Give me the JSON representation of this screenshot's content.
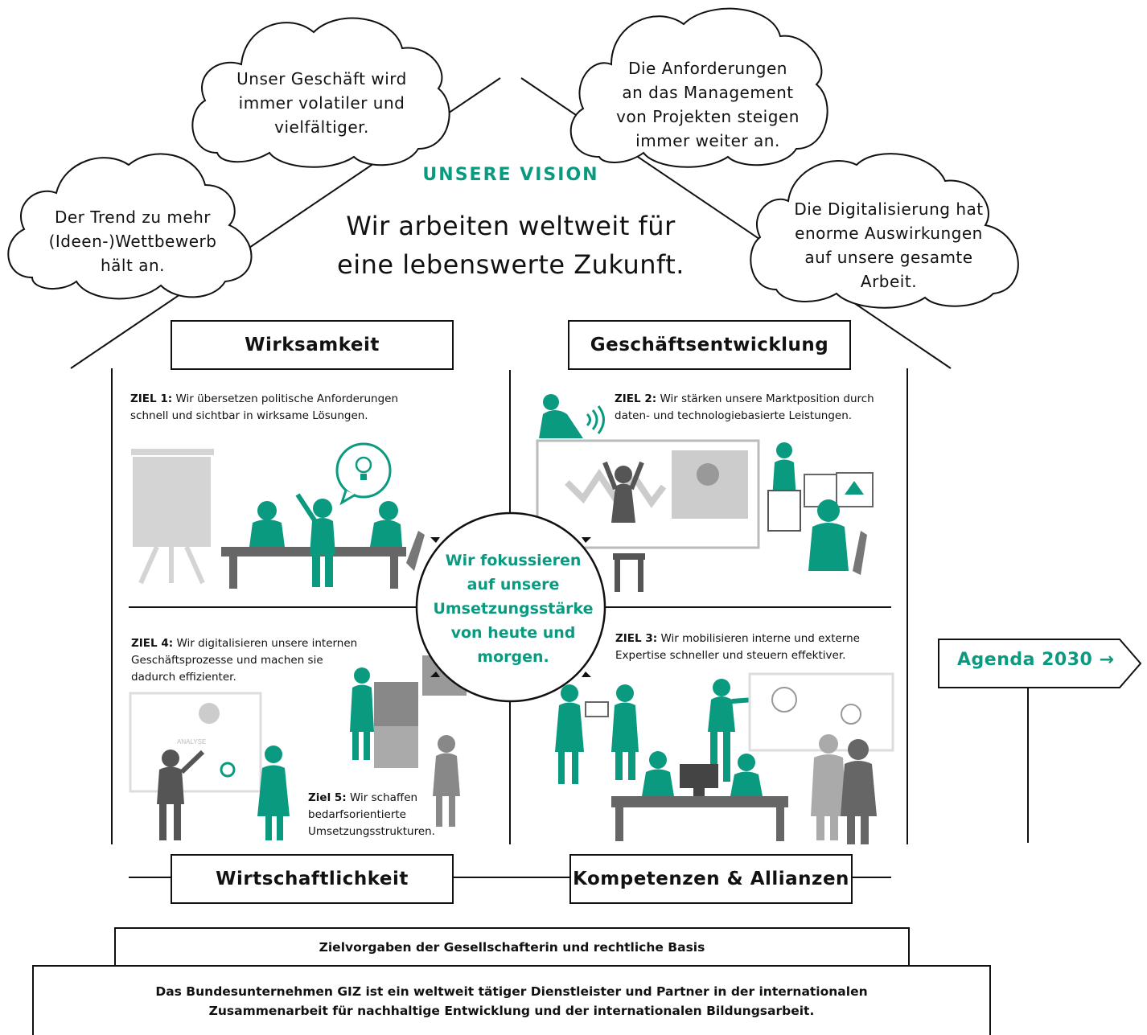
{
  "clouds": [
    {
      "lines": [
        "Der Trend zu mehr",
        "(Ideen-)Wettbewerb",
        "hält an."
      ]
    },
    {
      "lines": [
        "Unser Geschäft wird",
        "immer volatiler und",
        "vielfältiger."
      ]
    },
    {
      "lines": [
        "Die Anforderungen",
        "an das Management",
        "von Projekten steigen",
        "immer weiter an."
      ]
    },
    {
      "lines": [
        "Die Digitalisierung hat",
        "enorme Auswirkungen",
        "auf unsere gesamte",
        "Arbeit."
      ]
    }
  ],
  "vision": {
    "label": "UNSERE VISION",
    "line1": "Wir arbeiten weltweit für",
    "line2": "eine lebenswerte Zukunft."
  },
  "pillars": {
    "wirksamkeit": "Wirksamkeit",
    "geschaeftsentwicklung": "Geschäftsentwicklung",
    "wirtschaftlichkeit": "Wirtschaftlichkeit",
    "kompetenzen": "Kompetenzen & Allianzen"
  },
  "goals": {
    "ziel1": {
      "prefix": "ZIEL 1:",
      "text": "Wir übersetzen politische Anforderungen",
      "text2": "schnell und sichtbar in wirksame Lösungen."
    },
    "ziel2": {
      "prefix": "ZIEL 2:",
      "text": "Wir stärken unsere Marktposition durch",
      "text2": "daten- und technologiebasierte Leistungen."
    },
    "ziel3": {
      "prefix": "ZIEL 3:",
      "text": "Wir mobilisieren interne und externe",
      "text2": "Expertise schneller und steuern effektiver."
    },
    "ziel4": {
      "prefix": "ZIEL 4:",
      "text": "Wir digitalisieren unsere internen",
      "text2": "Geschäftsprozesse und machen sie",
      "text3": "dadurch effizienter."
    },
    "ziel5": {
      "prefix": "Ziel 5:",
      "text": "Wir schaffen",
      "text2": "bedarfsorientierte",
      "text3": "Umsetzungsstrukturen."
    }
  },
  "center": {
    "lines": [
      "Wir fokussieren",
      "auf unsere",
      "Umsetzungsstärke",
      "von heute und",
      "morgen."
    ]
  },
  "illustration_labels": {
    "analyse": "ANALYSE"
  },
  "agenda": {
    "label": "Agenda 2030",
    "arrow": "→"
  },
  "base": {
    "top": "Zielvorgaben der Gesellschafterin und rechtliche Basis",
    "bottom_line1": "Das Bundesunternehmen GIZ ist ein weltweit tätiger Dienstleister und Partner in der internationalen",
    "bottom_line2": "Zusammenarbeit für nachhaltige Entwicklung und der internationalen Bildungsarbeit."
  },
  "colors": {
    "accent": "#0a9a80",
    "gray": "#7a7a7a",
    "lightgray": "#d4d4d4",
    "line": "#111111"
  }
}
